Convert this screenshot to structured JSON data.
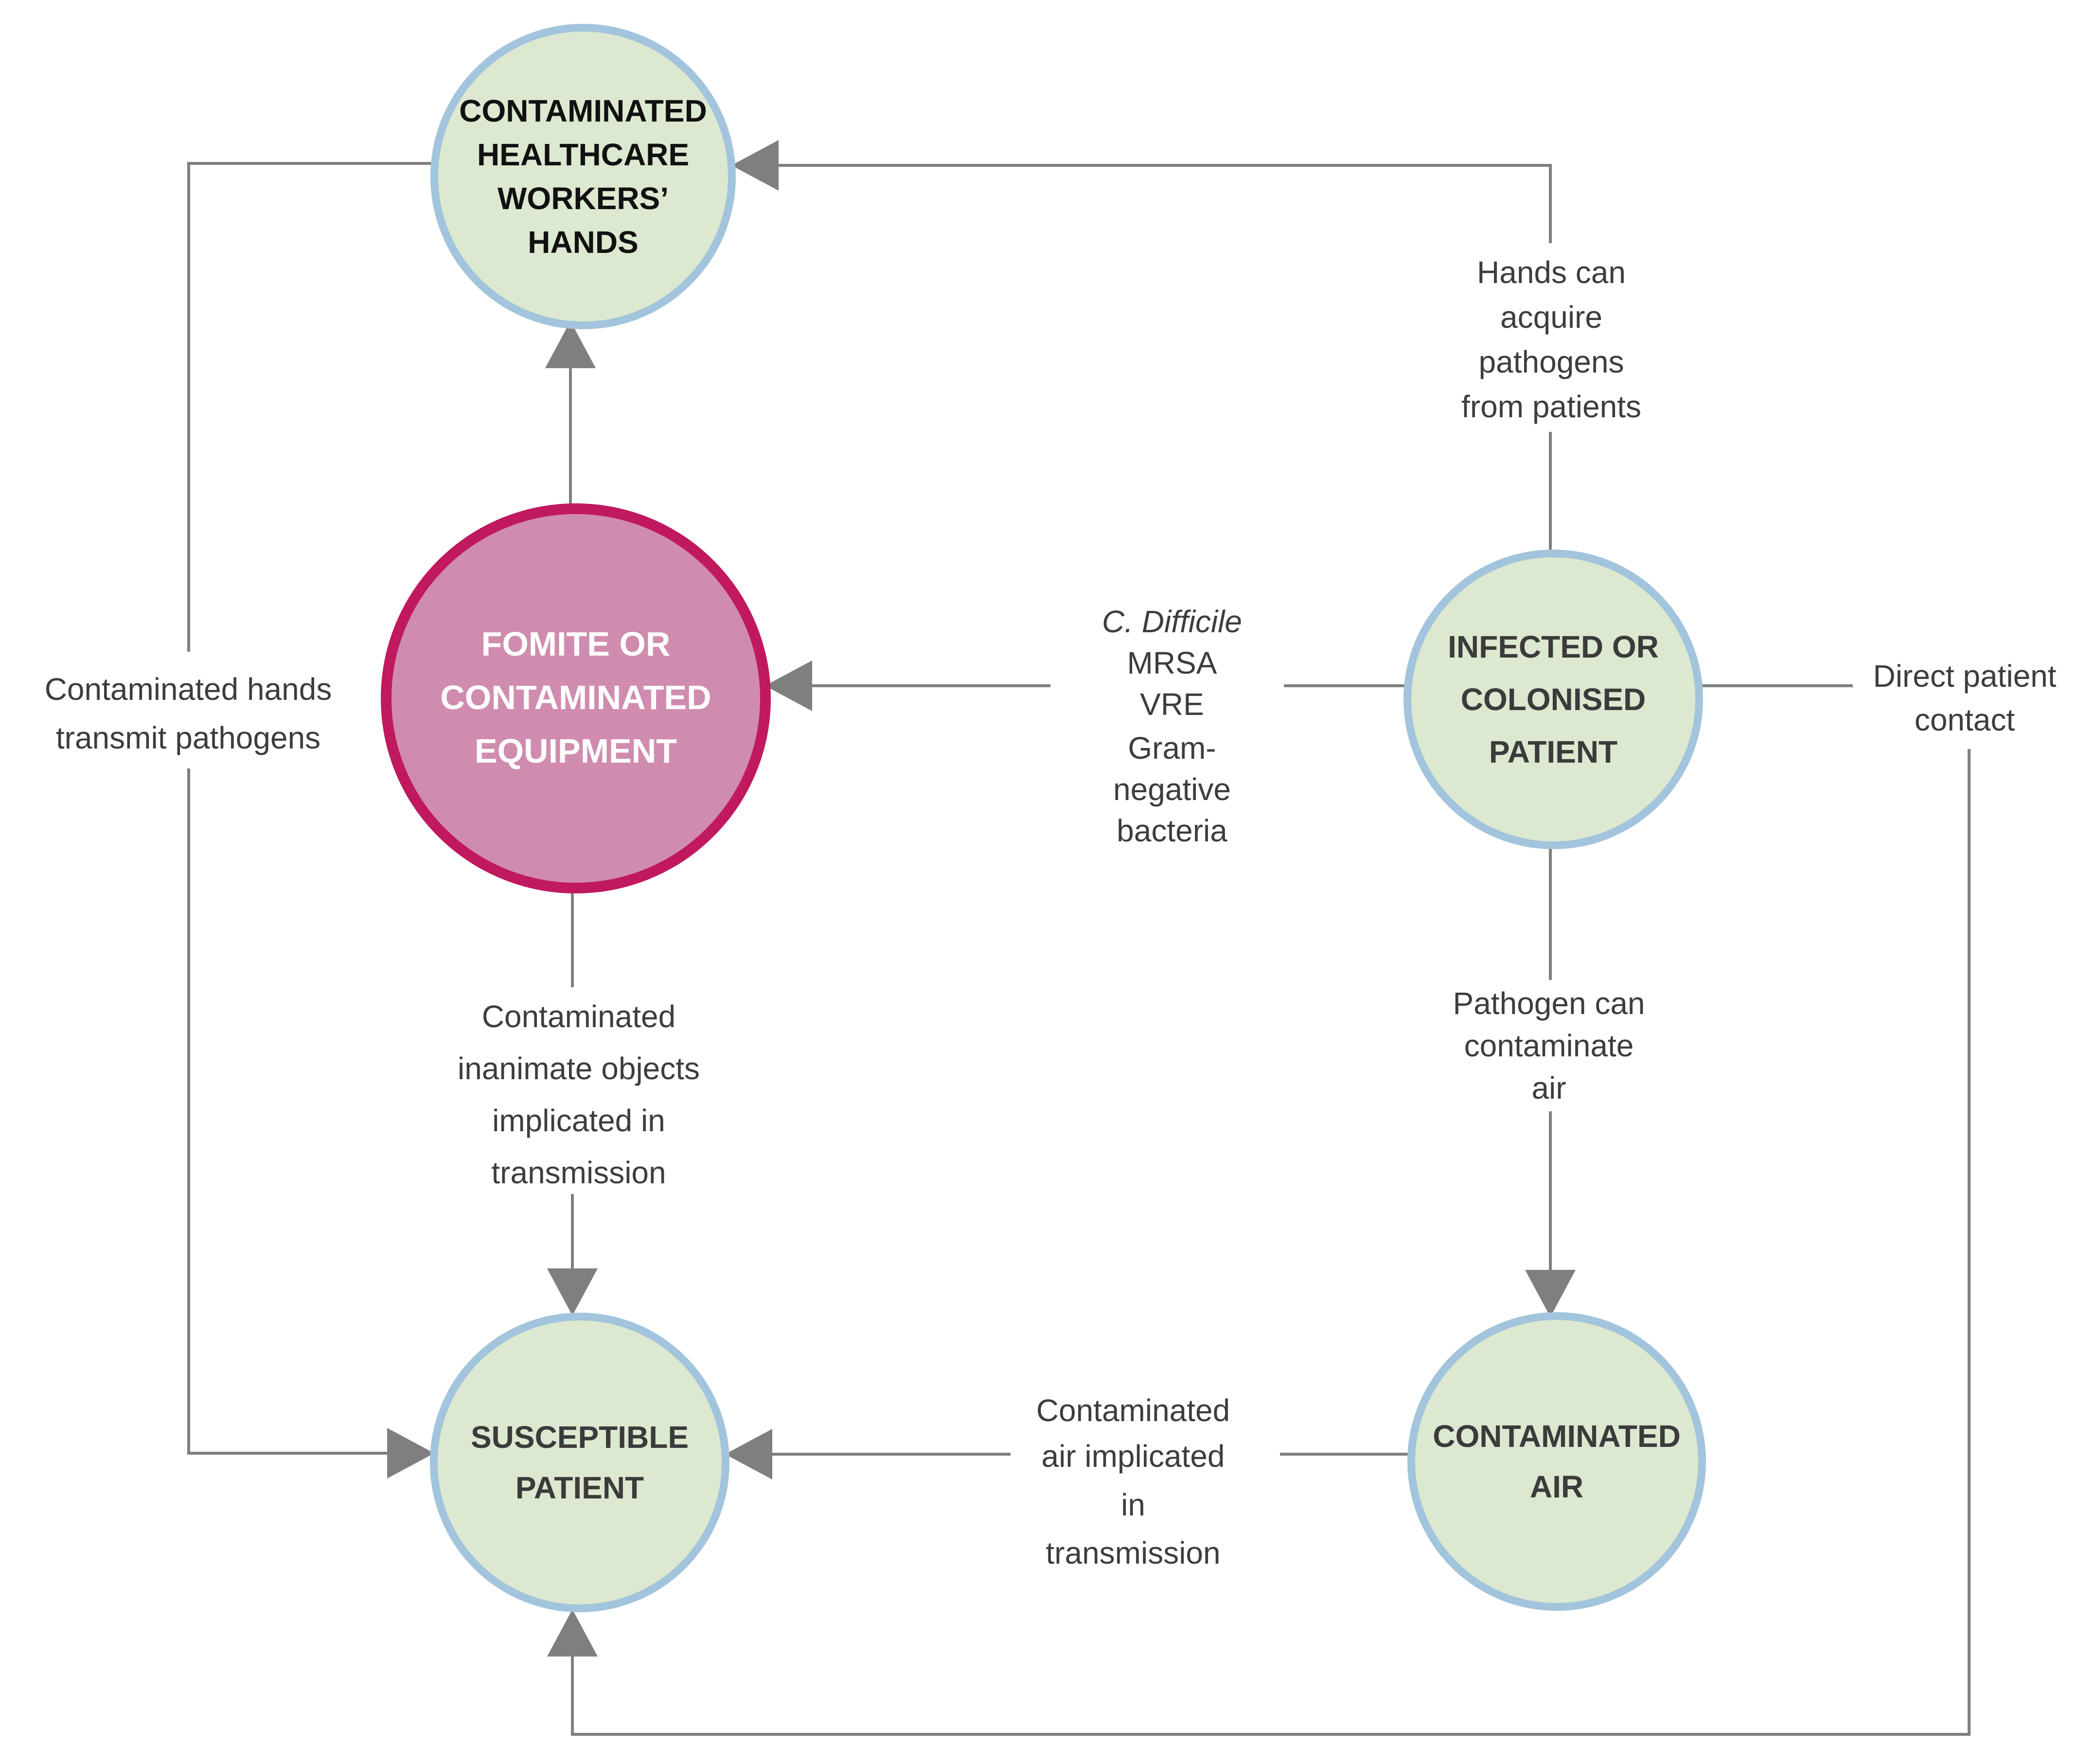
{
  "diagram": {
    "colors": {
      "green-fill": "#dce8d0",
      "green-stroke": "#a2c4dc",
      "pink-fill": "#d08cae",
      "pink-stroke": "#c0195f",
      "line": "#7f7f7f",
      "arrow": "#7f7f7f",
      "node-text-strong": "#111111",
      "node-text": "#3b3b3b",
      "fomite-text": "#ffffff",
      "label-text": "#3d3d3d",
      "bg": "#ffffff"
    },
    "nodes": {
      "hands": {
        "lines": [
          "CONTAMINATED",
          "HEALTHCARE",
          "WORKERS’",
          "HANDS"
        ]
      },
      "fomite": {
        "lines": [
          "FOMITE OR",
          "CONTAMINATED",
          "EQUIPMENT"
        ]
      },
      "infected": {
        "lines": [
          "INFECTED OR",
          "COLONISED",
          "PATIENT"
        ]
      },
      "susceptible": {
        "lines": [
          "SUSCEPTIBLE",
          "PATIENT"
        ]
      },
      "air": {
        "lines": [
          "CONTAMINATED",
          "AIR"
        ]
      }
    },
    "labels": {
      "hands_acquire": {
        "lines": [
          "Hands can",
          "acquire",
          "pathogens",
          "from patients"
        ]
      },
      "hands_transmit": {
        "lines": [
          "Contaminated hands",
          "transmit pathogens"
        ]
      },
      "pathogens": {
        "line_italic": "C. Difficile",
        "lines": [
          "MRSA",
          "VRE",
          "Gram-",
          "negative",
          "bacteria"
        ]
      },
      "direct_contact": {
        "lines": [
          "Direct patient",
          "contact"
        ]
      },
      "inanimate": {
        "lines": [
          "Contaminated",
          "inanimate objects",
          "implicated in",
          "transmission"
        ]
      },
      "contaminate_air": {
        "lines": [
          "Pathogen can",
          "contaminate",
          "air"
        ]
      },
      "air_implicated": {
        "lines": [
          "Contaminated",
          "air implicated",
          "in",
          "transmission"
        ]
      }
    }
  }
}
